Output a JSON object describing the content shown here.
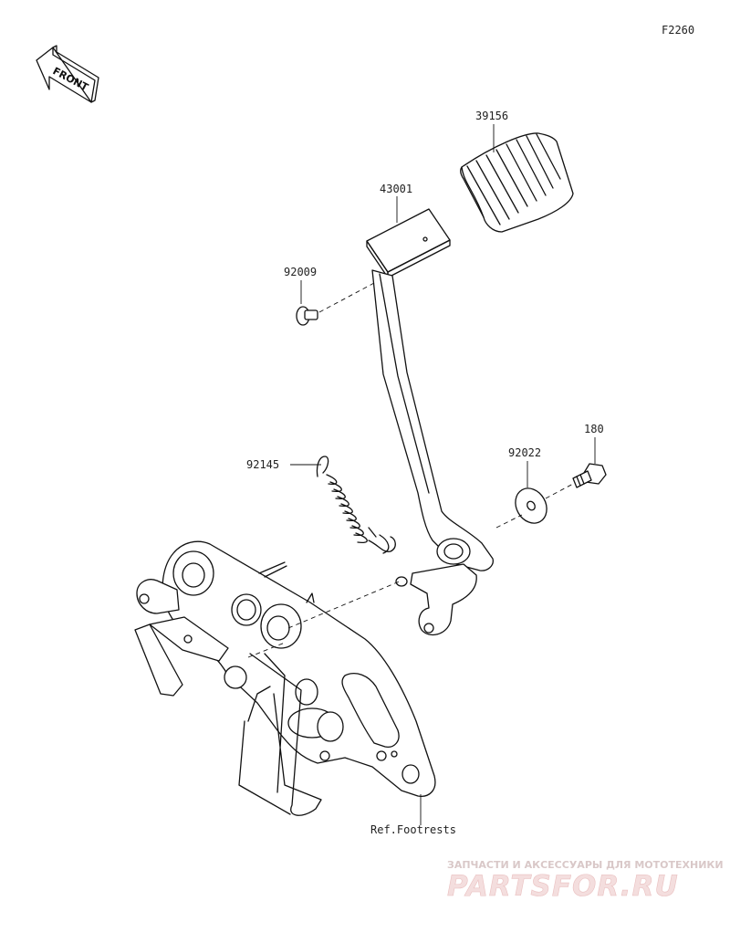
{
  "diagram_code": "F2260",
  "front_label": "FRONT",
  "parts": [
    {
      "number": "39156",
      "item": "brake-pedal-pad"
    },
    {
      "number": "43001",
      "item": "brake-pedal"
    },
    {
      "number": "92009",
      "item": "screw"
    },
    {
      "number": "92145",
      "item": "return-spring"
    },
    {
      "number": "92022",
      "item": "washer"
    },
    {
      "number": "180",
      "item": "bolt"
    }
  ],
  "reference_label": "Ref.Footrests",
  "watermark": {
    "tagline": "ЗАПЧАСТИ И АКСЕССУАРЫ ДЛЯ МОТОТЕХНИКИ",
    "brand": "PARTSFOR.RU"
  },
  "colors": {
    "line": "#111111",
    "background": "#ffffff",
    "watermark": "#e9bfbf"
  }
}
